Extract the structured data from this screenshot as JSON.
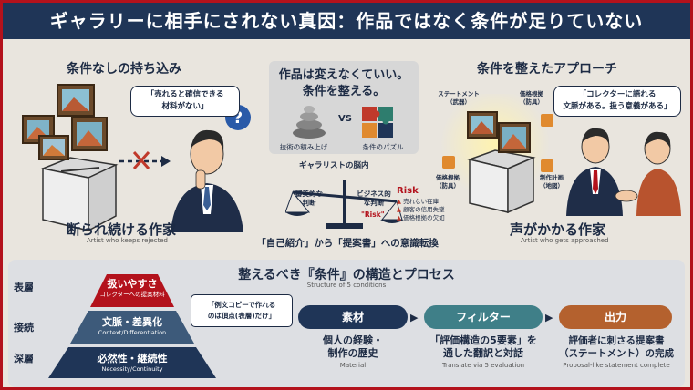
{
  "title": "ギャラリーに相手にされない真因：作品ではなく条件が足りていない",
  "left": {
    "heading": "条件なしの持ち込み",
    "bubble": "「売れると確信できる\n材料がない」",
    "footer_title": "断られ続ける作家",
    "footer_sub": "Artist who keeps rejected"
  },
  "center": {
    "heading_line1": "作品は変えなくていい。",
    "heading_line2": "条件を整える。",
    "vs": "VS",
    "label_left": "技術の積み上げ",
    "label_right": "条件のパズル",
    "brain": "ギャラリストの脳内",
    "scale_left": "審美的な\n判断",
    "scale_right": "ビジネス的\nな判断",
    "scale_risk_word": "\"Risk\"",
    "risk_title": "Risk",
    "risk_items": [
      "売れない在庫",
      "顧客の信用失墜",
      "価格根拠の欠如"
    ],
    "shift": "「自己紹介」から「提案書」への意識転換"
  },
  "right": {
    "heading": "条件を整えたアプローチ",
    "label_statement": "ステートメント\n（武器）",
    "label_price": "価格根拠\n（防具）",
    "label_price2": "価格根拠\n（防具）",
    "label_plan": "制作計画\n（地図）",
    "bubble": "「コレクターに語れる\n文脈がある。扱う意義がある」",
    "footer_title": "声がかかる作家",
    "footer_sub": "Artist who gets approached"
  },
  "bottom": {
    "heading": "整えるべき『条件』の構造とプロセス",
    "heading_sub": "Structure of 5 conditions",
    "layers": {
      "surface": "表層",
      "joint": "接続",
      "deep": "深層"
    },
    "tiers": [
      {
        "title": "扱いやすさ",
        "sub": "コレクターへの提案材料"
      },
      {
        "title": "文脈・差異化",
        "sub": "Context/Differentiation"
      },
      {
        "title": "必然性・継続性",
        "sub": "Necessity/Continuity"
      }
    ],
    "note": "「例文コピーで作れる\nのは頂点(表層)だけ」",
    "process": [
      {
        "pill": "素材",
        "text": "個人の経験・\n制作の歴史",
        "sub": "Material"
      },
      {
        "pill": "フィルター",
        "text": "「評価構造の5要素」を\n通した翻訳と対話",
        "sub": "Translate via 5 evaluation"
      },
      {
        "pill": "出力",
        "text": "評価者に刺さる提案書\n（ステートメント）の完成",
        "sub": "Proposal-like statement complete"
      }
    ]
  },
  "colors": {
    "navy": "#1f3557",
    "red": "#b3121c",
    "teal": "#3f7f88",
    "orange": "#b4612e"
  }
}
